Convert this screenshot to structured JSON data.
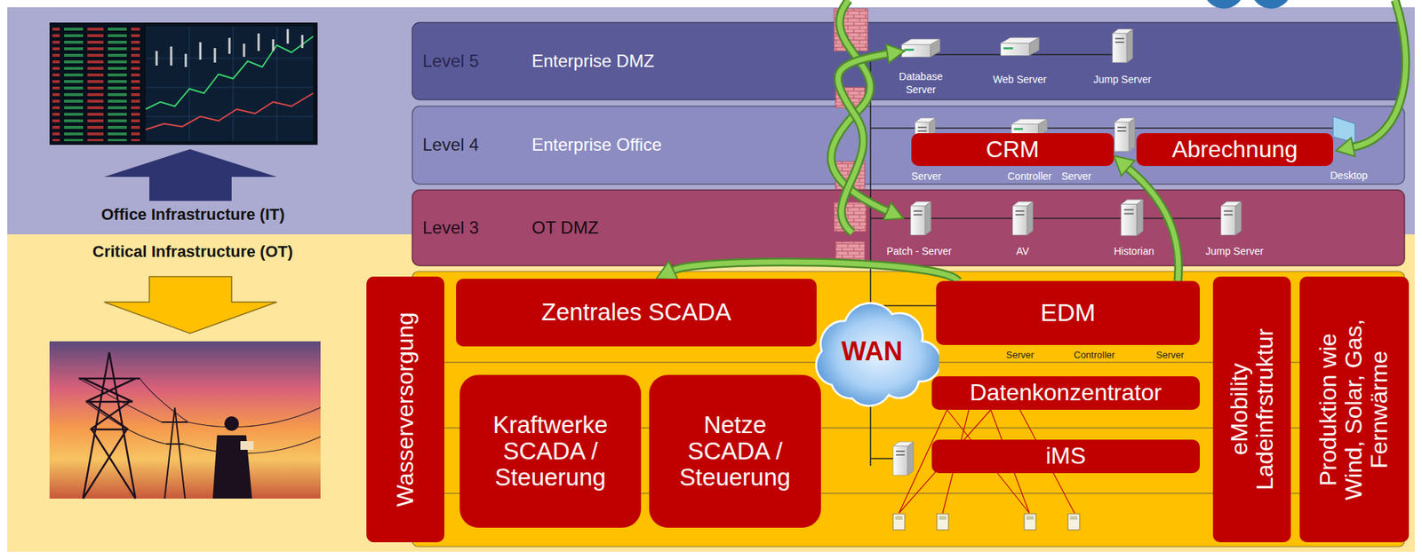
{
  "diagram": {
    "nodes": [
      {
        "text": [
          "Level 5",
          "Enterprise DMZ"
        ]
      },
      {
        "text": [
          "Level 4",
          "Enterprise Office"
        ]
      },
      {
        "text": [
          "CRM"
        ],
        "in": 1
      },
      {
        "text": [
          "Abrechnung"
        ],
        "in": 1
      },
      {
        "text": [
          "Level 3",
          "OT DMZ"
        ]
      },
      {
        "text": [
          "Wasserversorgung"
        ]
      },
      {
        "text": [
          "Zentrales SCADA"
        ]
      },
      {
        "text": [
          "WAN"
        ]
      },
      {
        "text": [
          "EDM"
        ]
      },
      {
        "text": [
          "eMobility Ladeinfrstruktur"
        ]
      },
      {
        "text": [
          "Produktion wie Wind, Solar, Gas, Fernwärme"
        ]
      },
      {
        "text": [
          "Datenkonzentrator"
        ]
      },
      {
        "text": [
          "Kraftwerke SCADA / Steuerung"
        ]
      },
      {
        "text": [
          "Netze SCADA / Steuerung"
        ]
      },
      {
        "text": [
          "iMS"
        ]
      }
    ],
    "edges": [
      {
        "from": 8,
        "to": 6,
        "arrow": "to"
      },
      {
        "from": 8,
        "to": 2,
        "arrow": "to"
      }
    ],
    "labels": [
      "Office Infrastructure (IT)",
      "Critical Infrastructure (OT)",
      "Database Server",
      "Web Server",
      "Jump Server",
      "Server",
      "Controller",
      "Server",
      "Desktop",
      "Patch - Server",
      "AV",
      "Historian",
      "Jump Server",
      "Server",
      "Controller",
      "Server"
    ]
  }
}
